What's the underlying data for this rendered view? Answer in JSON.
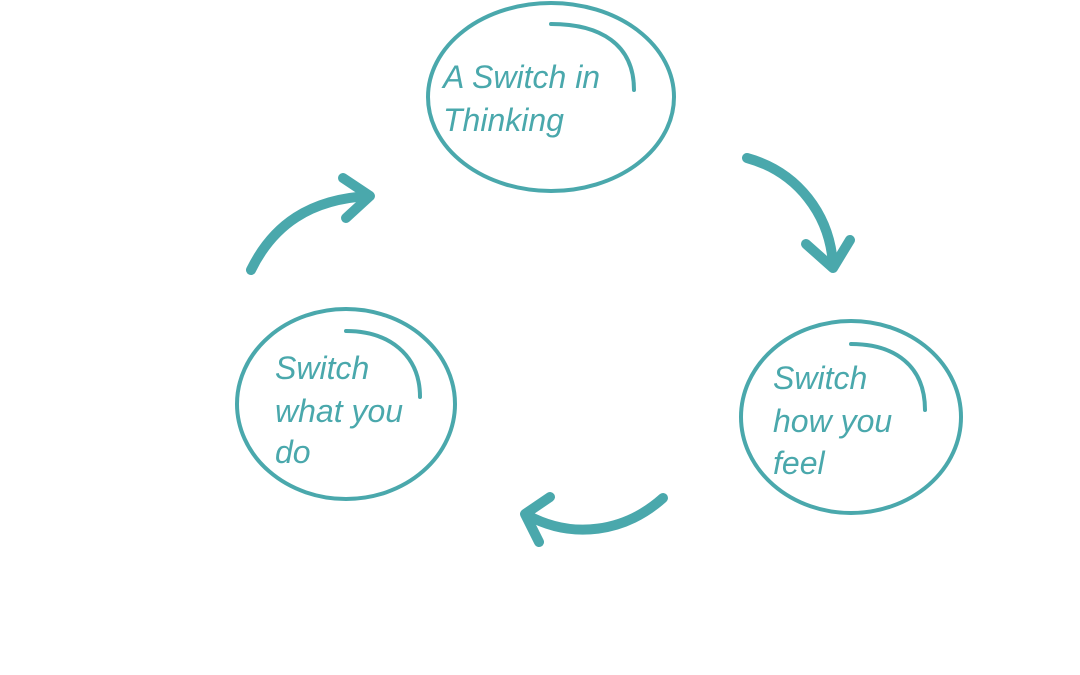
{
  "colors": {
    "accent": "#4aa8ac",
    "background": "#ffffff"
  },
  "nodes": {
    "thinking": {
      "lines": [
        "A Switch in",
        "Thinking"
      ]
    },
    "feel": {
      "lines": [
        "Switch",
        "how you",
        "feel"
      ]
    },
    "do": {
      "lines": [
        "Switch",
        "what you",
        "do"
      ]
    }
  },
  "arrows": [
    {
      "from": "thinking",
      "to": "feel",
      "icon": "curved-arrow-icon"
    },
    {
      "from": "feel",
      "to": "do",
      "icon": "curved-arrow-icon"
    },
    {
      "from": "do",
      "to": "thinking",
      "icon": "curved-arrow-icon"
    }
  ]
}
